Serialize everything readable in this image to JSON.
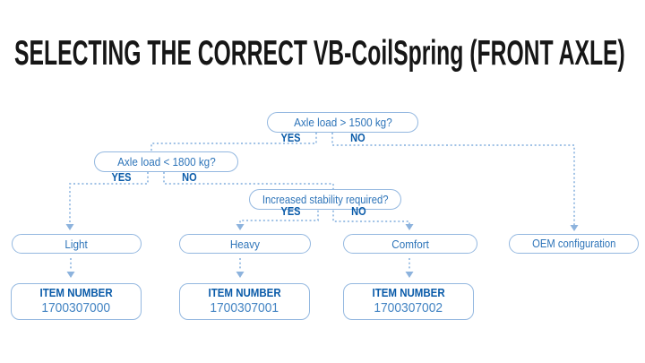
{
  "title": "SELECTING THE CORRECT VB-CoilSpring (FRONT AXLE)",
  "colors": {
    "title_text": "#161616",
    "box_border": "#94b8e0",
    "box_text": "#2d74b9",
    "yes_no_text": "#0a5ba9",
    "item_number_text": "#4384c3",
    "dashed_line": "#93b9e2",
    "arrowhead": "#8db3dd",
    "background": "#ffffff"
  },
  "flowchart": {
    "decisions": [
      {
        "id": "q1",
        "label": "Axle load > 1500 kg?",
        "yes": "YES",
        "no": "NO"
      },
      {
        "id": "q2",
        "label": "Axle load < 1800 kg?",
        "yes": "YES",
        "no": "NO"
      },
      {
        "id": "q3",
        "label": "Increased stability required?",
        "yes": "YES",
        "no": "NO"
      }
    ],
    "results": [
      {
        "id": "light",
        "label": "Light"
      },
      {
        "id": "heavy",
        "label": "Heavy"
      },
      {
        "id": "comfort",
        "label": "Comfort"
      },
      {
        "id": "oem",
        "label": "OEM configuration"
      }
    ],
    "items": [
      {
        "heading": "ITEM NUMBER",
        "number": "1700307000"
      },
      {
        "heading": "ITEM NUMBER",
        "number": "1700307001"
      },
      {
        "heading": "ITEM NUMBER",
        "number": "1700307002"
      }
    ]
  }
}
